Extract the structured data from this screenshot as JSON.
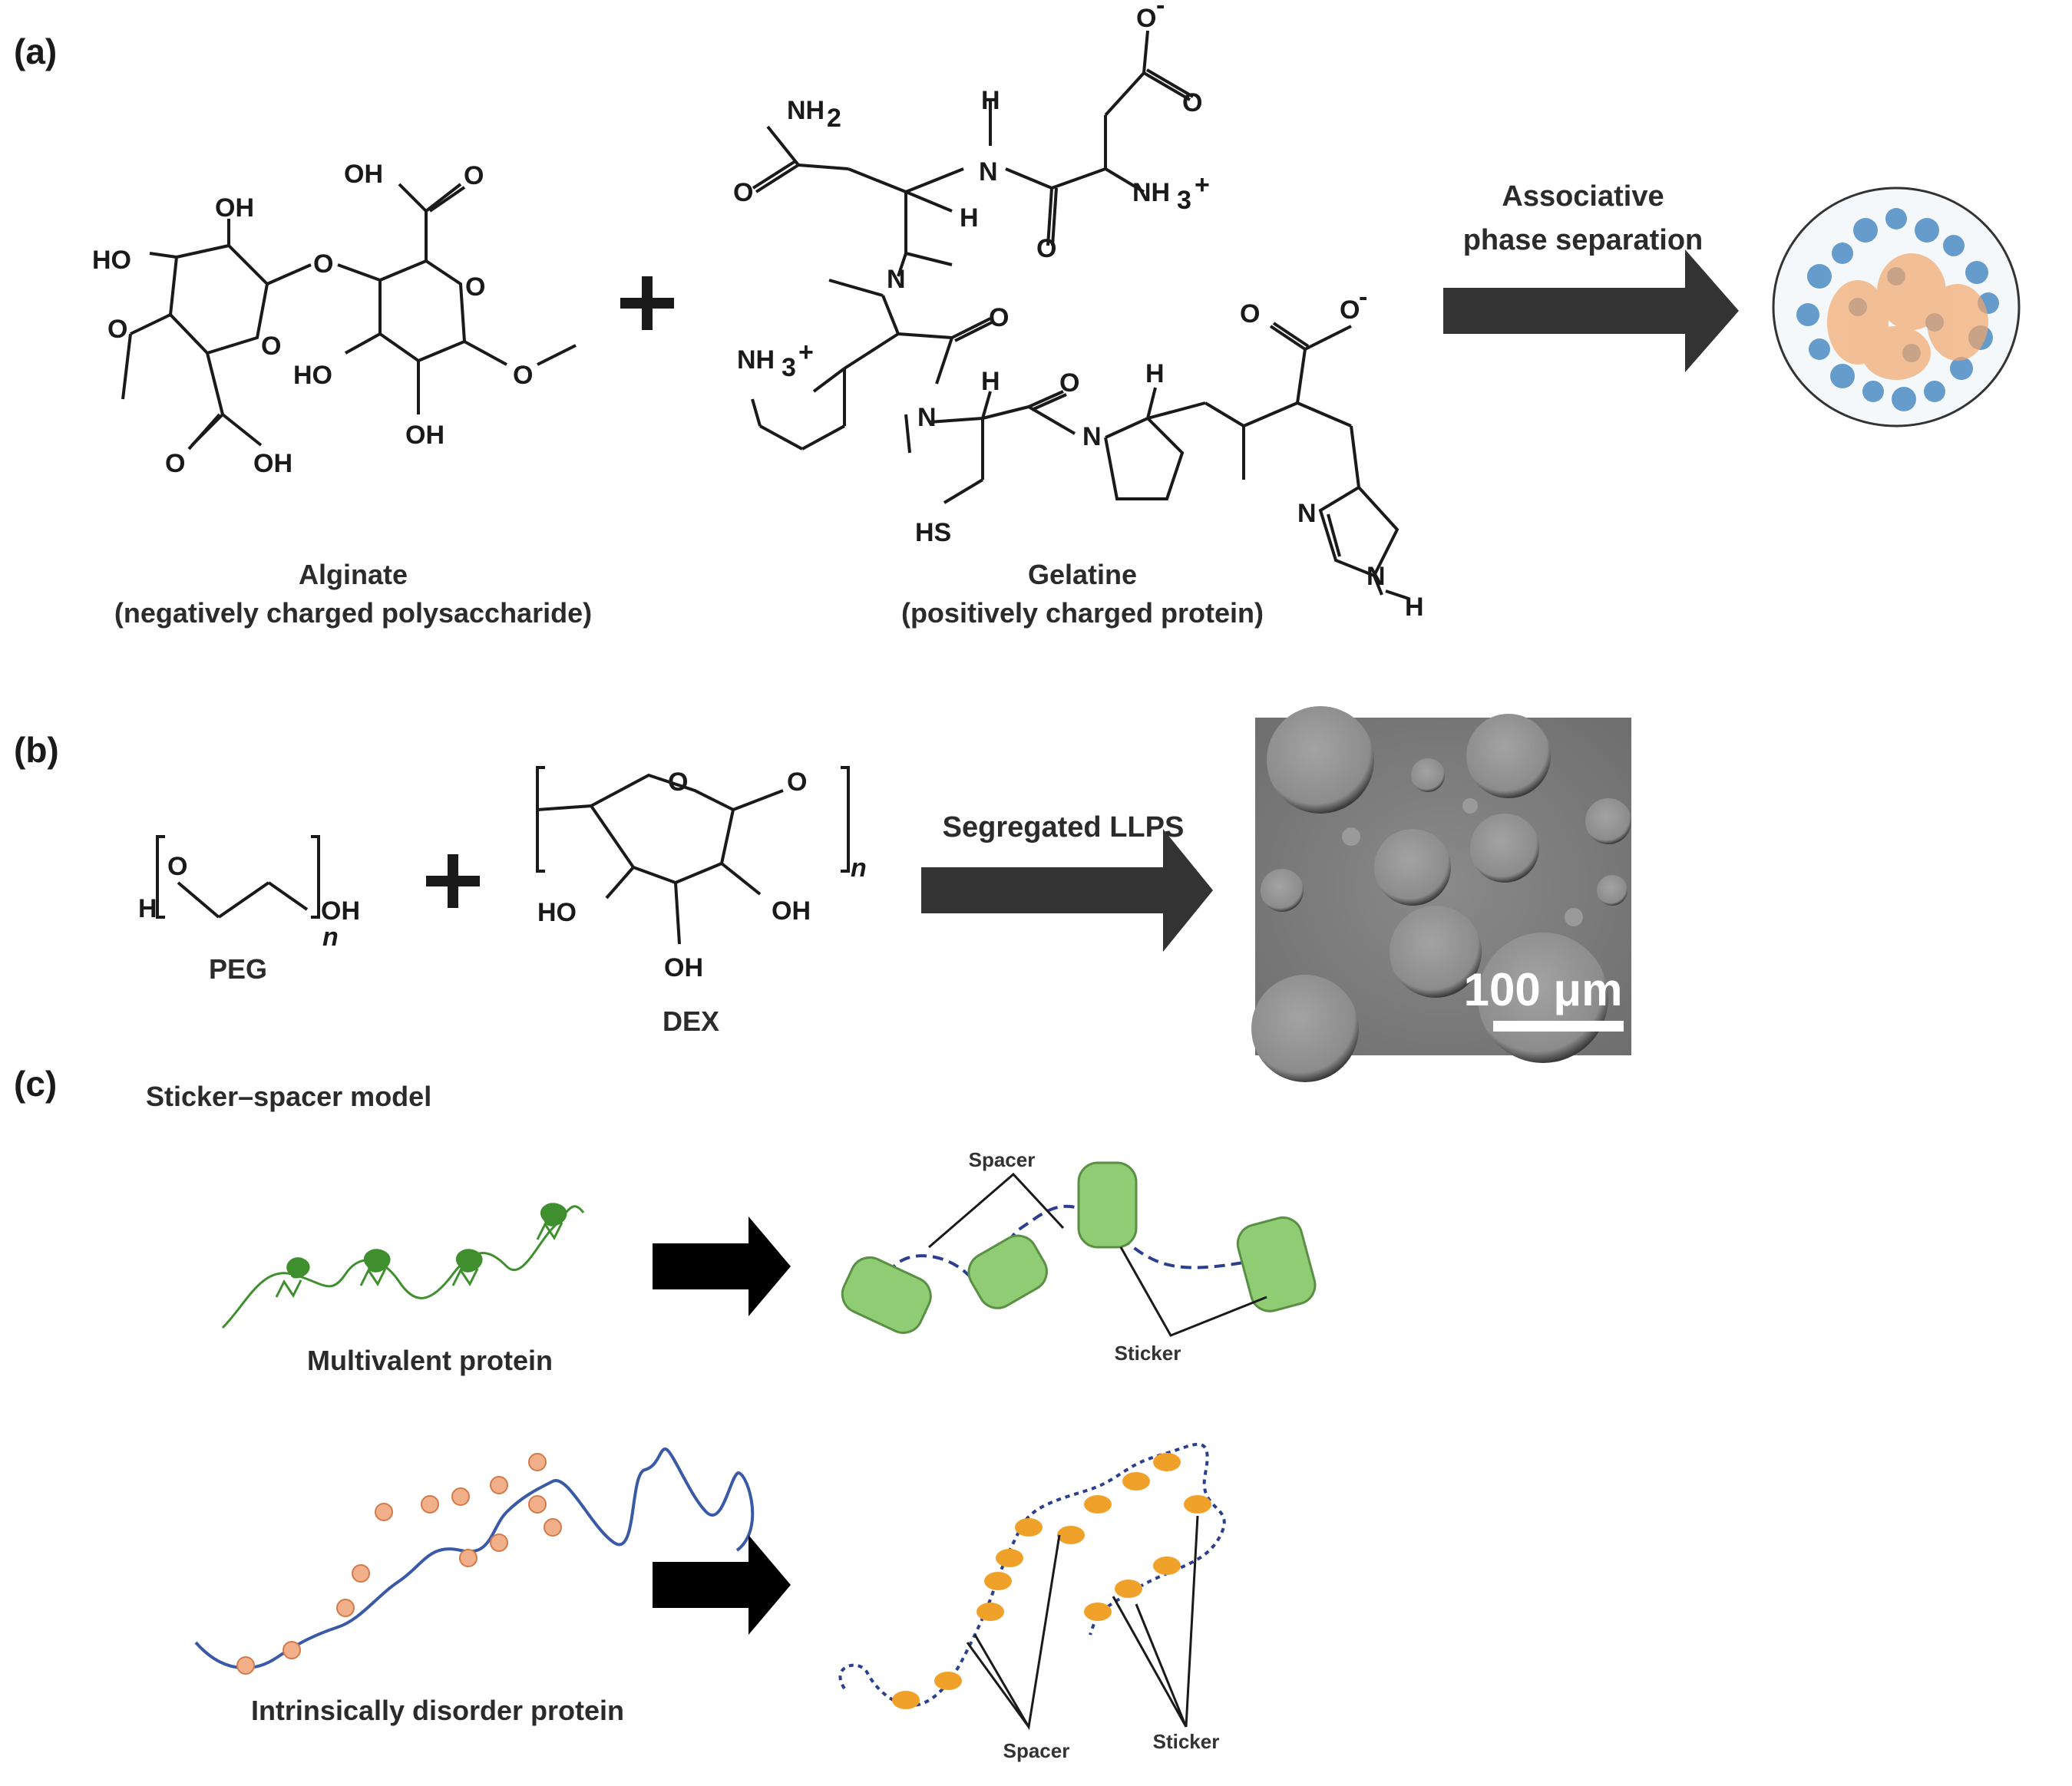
{
  "panels": {
    "a": {
      "label": "(a)",
      "alginate_name": "Alginate",
      "alginate_desc": "(negatively charged polysaccharide)",
      "gelatine_name": "Gelatine",
      "gelatine_desc": "(positively charged protein)",
      "arrow_line1": "Associative",
      "arrow_line2": "phase separation"
    },
    "b": {
      "label": "(b)",
      "peg_name": "PEG",
      "dex_name": "DEX",
      "arrow_text": "Segregated LLPS",
      "scale_bar": "100 μm"
    },
    "c": {
      "label": "(c)",
      "title": "Sticker–spacer model",
      "multivalent_name": "Multivalent protein",
      "idp_name": "Intrinsically disorder  protein",
      "spacer_top": "Spacer",
      "sticker_top": "Sticker",
      "spacer_bottom": "Spacer",
      "sticker_bottom": "Sticker"
    }
  },
  "chem_labels": {
    "oh": "OH",
    "ho": "HO",
    "o": "O",
    "n": "N",
    "h": "H",
    "nh2": "NH",
    "nh3": "NH",
    "sh": "HS",
    "oh_short": "OH",
    "o_minus": "O",
    "n_italic": "n",
    "plus": "+",
    "minus": "-",
    "sub2": "2",
    "sub3": "3"
  },
  "colors": {
    "arrow": "#333333",
    "sticker_green": "#8fcc73",
    "sticker_orange": "#f0a12a",
    "spacer_blue": "#2c3f8f",
    "protein_green": "#3f8f2f",
    "idp_blue": "#3a5aa8",
    "condensate_blue": "#4d8cc4",
    "condensate_orange": "#f2a66b"
  }
}
